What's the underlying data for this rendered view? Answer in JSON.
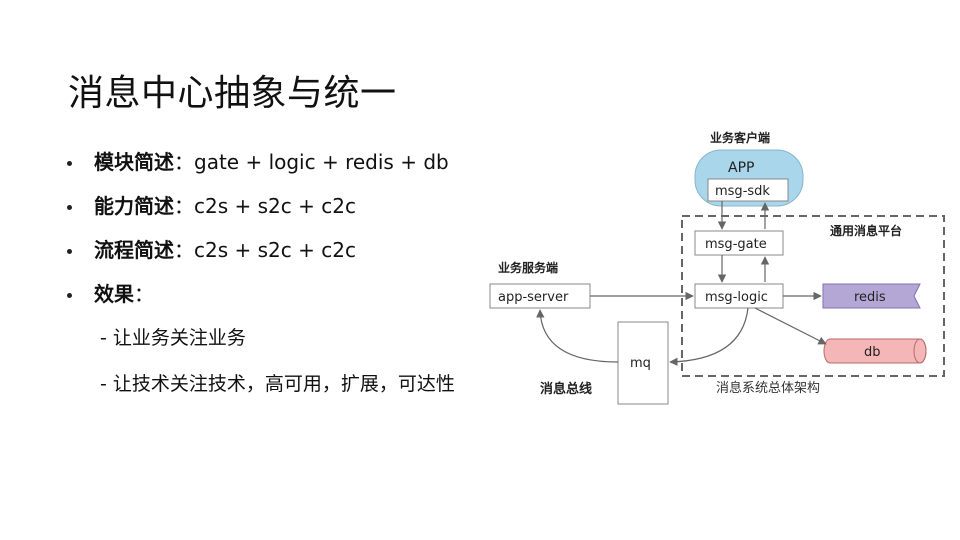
{
  "title": "消息中心抽象与统一",
  "bullets": [
    {
      "label": "模块简述",
      "sep": "：",
      "value": "gate + logic + redis + db"
    },
    {
      "label": "能力简述",
      "sep": "：",
      "value": "c2s + s2c + c2c"
    },
    {
      "label": "流程简述",
      "sep": "：",
      "value": "c2s + s2c + c2c"
    },
    {
      "label": "效果",
      "sep": "：",
      "value": ""
    }
  ],
  "sub_items": [
    "- 让业务关注业务",
    "- 让技术关注技术，高可用，扩展，可达性"
  ],
  "diagram": {
    "client_side_label": "业务客户端",
    "app_label": "APP",
    "sdk_label": "msg-sdk",
    "gate_label": "msg-gate",
    "logic_label": "msg-logic",
    "redis_label": "redis",
    "db_label": "db",
    "platform_label": "通用消息平台",
    "server_side_label": "业务服务端",
    "app_server_label": "app-server",
    "mq_label": "mq",
    "bus_label": "消息总线",
    "caption": "消息系统总体架构",
    "colors": {
      "app_fill": "#a9d6ea",
      "redis_fill": "#b4a7d6",
      "db_fill": "#f4b6b6",
      "box_stroke": "#888888",
      "arrow": "#666666"
    }
  }
}
